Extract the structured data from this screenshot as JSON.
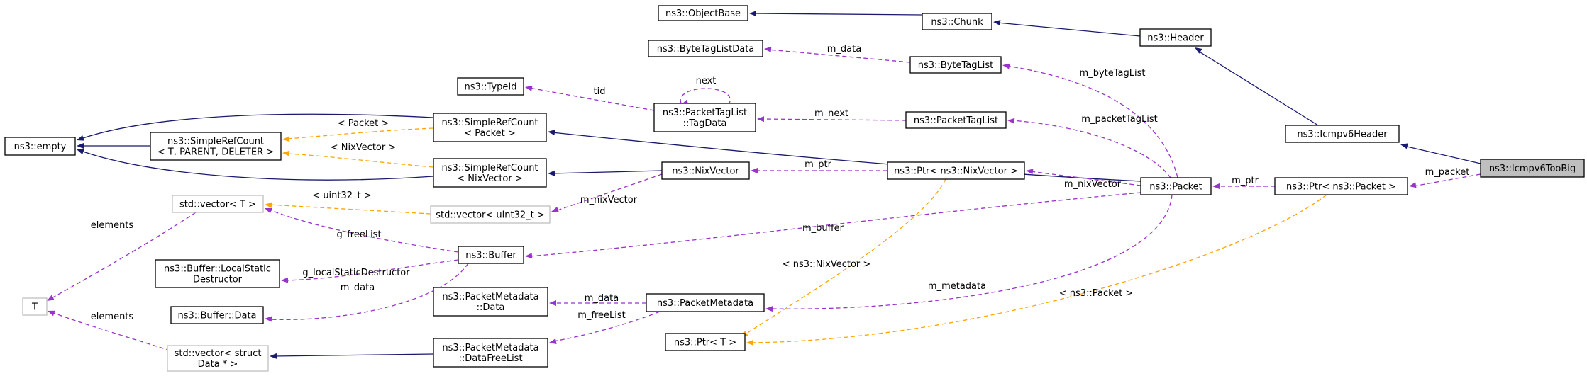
{
  "nodes": {
    "object_base": {
      "lines": [
        "ns3::ObjectBase"
      ],
      "style": "normal"
    },
    "chunk": {
      "lines": [
        "ns3::Chunk"
      ],
      "style": "normal"
    },
    "header": {
      "lines": [
        "ns3::Header"
      ],
      "style": "normal"
    },
    "byte_tag_list_data": {
      "lines": [
        "ns3::ByteTagListData"
      ],
      "style": "normal"
    },
    "byte_tag_list": {
      "lines": [
        "ns3::ByteTagList"
      ],
      "style": "normal"
    },
    "type_id": {
      "lines": [
        "ns3::TypeId"
      ],
      "style": "normal"
    },
    "packet_tag_list_tagdata": {
      "lines": [
        "ns3::PacketTagList",
        "::TagData"
      ],
      "style": "normal"
    },
    "packet_tag_list": {
      "lines": [
        "ns3::PacketTagList"
      ],
      "style": "normal"
    },
    "empty": {
      "lines": [
        "ns3::empty"
      ],
      "style": "normal"
    },
    "simple_ref_count_generic": {
      "lines": [
        "ns3::SimpleRefCount",
        "< T, PARENT, DELETER >"
      ],
      "style": "normal"
    },
    "simple_ref_count_packet": {
      "lines": [
        "ns3::SimpleRefCount",
        "< Packet >"
      ],
      "style": "normal"
    },
    "simple_ref_count_nixvector": {
      "lines": [
        "ns3::SimpleRefCount",
        "< NixVector >"
      ],
      "style": "normal"
    },
    "icmpv6_header": {
      "lines": [
        "ns3::Icmpv6Header"
      ],
      "style": "normal"
    },
    "icmpv6_too_big": {
      "lines": [
        "ns3::Icmpv6TooBig"
      ],
      "style": "focus"
    },
    "nix_vector": {
      "lines": [
        "ns3::NixVector"
      ],
      "style": "normal"
    },
    "ptr_nixvector": {
      "lines": [
        "ns3::Ptr< ns3::NixVector >"
      ],
      "style": "normal"
    },
    "packet": {
      "lines": [
        "ns3::Packet"
      ],
      "style": "normal"
    },
    "ptr_packet": {
      "lines": [
        "ns3::Ptr< ns3::Packet >"
      ],
      "style": "normal"
    },
    "std_vector_uint32": {
      "lines": [
        "std::vector< uint32_t >"
      ],
      "style": "grey"
    },
    "std_vector_t": {
      "lines": [
        "std::vector< T >"
      ],
      "style": "grey"
    },
    "buffer": {
      "lines": [
        "ns3::Buffer"
      ],
      "style": "normal"
    },
    "buffer_local_static_destructor": {
      "lines": [
        "ns3::Buffer::LocalStatic",
        "Destructor"
      ],
      "style": "normal"
    },
    "buffer_data": {
      "lines": [
        "ns3::Buffer::Data"
      ],
      "style": "normal"
    },
    "t": {
      "lines": [
        "T"
      ],
      "style": "grey"
    },
    "packet_metadata_data": {
      "lines": [
        "ns3::PacketMetadata",
        "::Data"
      ],
      "style": "normal"
    },
    "packet_metadata": {
      "lines": [
        "ns3::PacketMetadata"
      ],
      "style": "normal"
    },
    "ptr_t": {
      "lines": [
        "ns3::Ptr< T >"
      ],
      "style": "normal"
    },
    "packet_metadata_data_free_list": {
      "lines": [
        "ns3::PacketMetadata",
        "::DataFreeList"
      ],
      "style": "normal"
    },
    "std_vector_struct_data": {
      "lines": [
        "std::vector< struct",
        "Data * >"
      ],
      "style": "grey"
    }
  },
  "edges": [
    {
      "id": "chunk-objectbase",
      "kind": "inherit",
      "label": ""
    },
    {
      "id": "header-chunk",
      "kind": "inherit",
      "label": ""
    },
    {
      "id": "icmpv6header-header",
      "kind": "inherit",
      "label": ""
    },
    {
      "id": "icmpv6toobig-icmpv6header",
      "kind": "inherit",
      "label": ""
    },
    {
      "id": "srcgeneric-empty",
      "kind": "inherit",
      "label": ""
    },
    {
      "id": "srcpacket-empty",
      "kind": "inherit",
      "label": ""
    },
    {
      "id": "srcnixvector-empty",
      "kind": "inherit",
      "label": ""
    },
    {
      "id": "srcpacket-srcgeneric",
      "kind": "templ",
      "label": "< Packet >"
    },
    {
      "id": "srcnixvector-srcgeneric",
      "kind": "templ",
      "label": "< NixVector >"
    },
    {
      "id": "packet-srcpacket",
      "kind": "inherit",
      "label": ""
    },
    {
      "id": "nixvector-srcnixvector",
      "kind": "inherit",
      "label": ""
    },
    {
      "id": "bytetaglist-bytetaglistdata",
      "kind": "use",
      "label": "m_data"
    },
    {
      "id": "tagdata-typeid",
      "kind": "use",
      "label": "tid"
    },
    {
      "id": "tagdata-self",
      "kind": "use",
      "label": "next"
    },
    {
      "id": "packettaglist-tagdata",
      "kind": "use",
      "label": "m_next"
    },
    {
      "id": "packet-bytetaglist",
      "kind": "use",
      "label": "m_byteTagList"
    },
    {
      "id": "packet-packettaglist",
      "kind": "use",
      "label": "m_packetTagList"
    },
    {
      "id": "ptrnix-nixvector",
      "kind": "use",
      "label": "m_ptr"
    },
    {
      "id": "packet-ptrnix",
      "kind": "use",
      "label": "m_nixVector"
    },
    {
      "id": "ptrpacket-packet",
      "kind": "use",
      "label": "m_ptr"
    },
    {
      "id": "icmpv6toobig-ptrpacket",
      "kind": "use",
      "label": "m_packet"
    },
    {
      "id": "nixvector-stdvecuint",
      "kind": "use",
      "label": "m_nixVector"
    },
    {
      "id": "stdvecuint-stdvect",
      "kind": "templ",
      "label": "< uint32_t >"
    },
    {
      "id": "buffer-stdvect",
      "kind": "use",
      "label": "g_freeList"
    },
    {
      "id": "packet-buffer",
      "kind": "use",
      "label": "m_buffer"
    },
    {
      "id": "buffer-localstatic",
      "kind": "use",
      "label": "g_localStaticDestructor"
    },
    {
      "id": "buffer-bufferdata",
      "kind": "use",
      "label": "m_data"
    },
    {
      "id": "stdvect-t",
      "kind": "use",
      "label": "elements"
    },
    {
      "id": "stdvecstruct-t",
      "kind": "use",
      "label": "elements"
    },
    {
      "id": "freelist-stdvecstruct",
      "kind": "inherit",
      "label": ""
    },
    {
      "id": "packetmetadata-pmdata",
      "kind": "use",
      "label": "m_data"
    },
    {
      "id": "packetmetadata-freelist",
      "kind": "use",
      "label": "m_freeList"
    },
    {
      "id": "packet-packetmetadata",
      "kind": "use",
      "label": "m_metadata"
    },
    {
      "id": "ptrnix-ptrt",
      "kind": "templ",
      "label": "< ns3::NixVector >"
    },
    {
      "id": "ptrpacket-ptrt",
      "kind": "templ",
      "label": "< ns3::Packet >"
    }
  ]
}
